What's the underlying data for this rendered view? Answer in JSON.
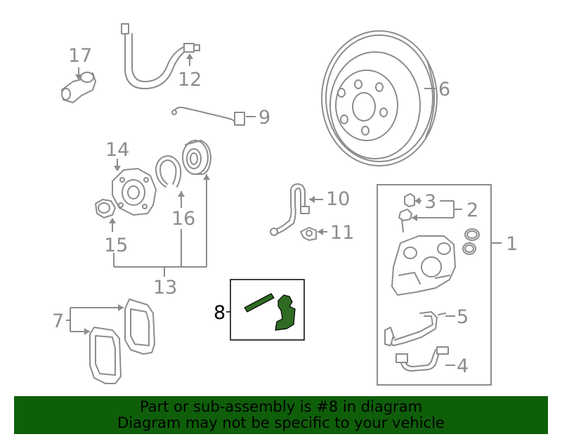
{
  "callouts": {
    "c1": "1",
    "c2": "2",
    "c3": "3",
    "c4": "4",
    "c5": "5",
    "c6": "6",
    "c7": "7",
    "c8": "8",
    "c9": "9",
    "c10": "10",
    "c11": "11",
    "c12": "12",
    "c13": "13",
    "c14": "14",
    "c15": "15",
    "c16": "16",
    "c17": "17"
  },
  "banner": {
    "line1": "Part or sub-assembly is #8 in diagram",
    "line2": "Diagram may not be specific to your vehicle"
  },
  "colors": {
    "banner_bg": "#0f5e0a",
    "highlight_part": "#2f6b22",
    "line_art": "#8c8c8c"
  }
}
